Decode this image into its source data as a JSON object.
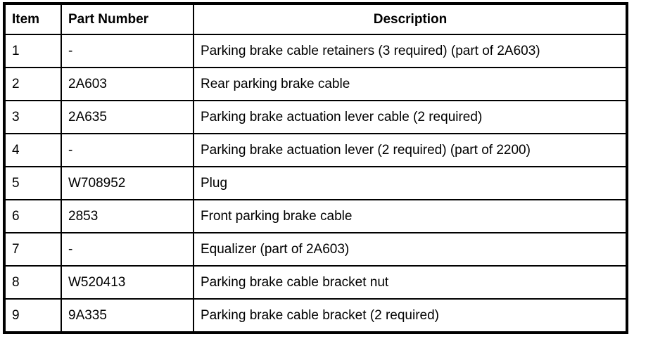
{
  "colors": {
    "border": "#000000",
    "background": "#ffffff",
    "text": "#000000"
  },
  "table": {
    "headers": {
      "item": "Item",
      "part_number": "Part Number",
      "description": "Description"
    },
    "rows": [
      {
        "item": "1",
        "part_number": "-",
        "description": "Parking brake cable retainers (3 required) (part of 2A603)"
      },
      {
        "item": "2",
        "part_number": "2A603",
        "description": "Rear parking brake cable"
      },
      {
        "item": "3",
        "part_number": "2A635",
        "description": "Parking brake actuation lever cable (2 required)"
      },
      {
        "item": "4",
        "part_number": "-",
        "description": "Parking brake actuation lever (2 required) (part of 2200)"
      },
      {
        "item": "5",
        "part_number": "W708952",
        "description": "Plug"
      },
      {
        "item": "6",
        "part_number": "2853",
        "description": "Front parking brake cable"
      },
      {
        "item": "7",
        "part_number": "-",
        "description": "Equalizer (part of 2A603)"
      },
      {
        "item": "8",
        "part_number": "W520413",
        "description": "Parking brake cable bracket nut"
      },
      {
        "item": "9",
        "part_number": "9A335",
        "description": "Parking brake cable bracket (2 required)"
      }
    ]
  }
}
